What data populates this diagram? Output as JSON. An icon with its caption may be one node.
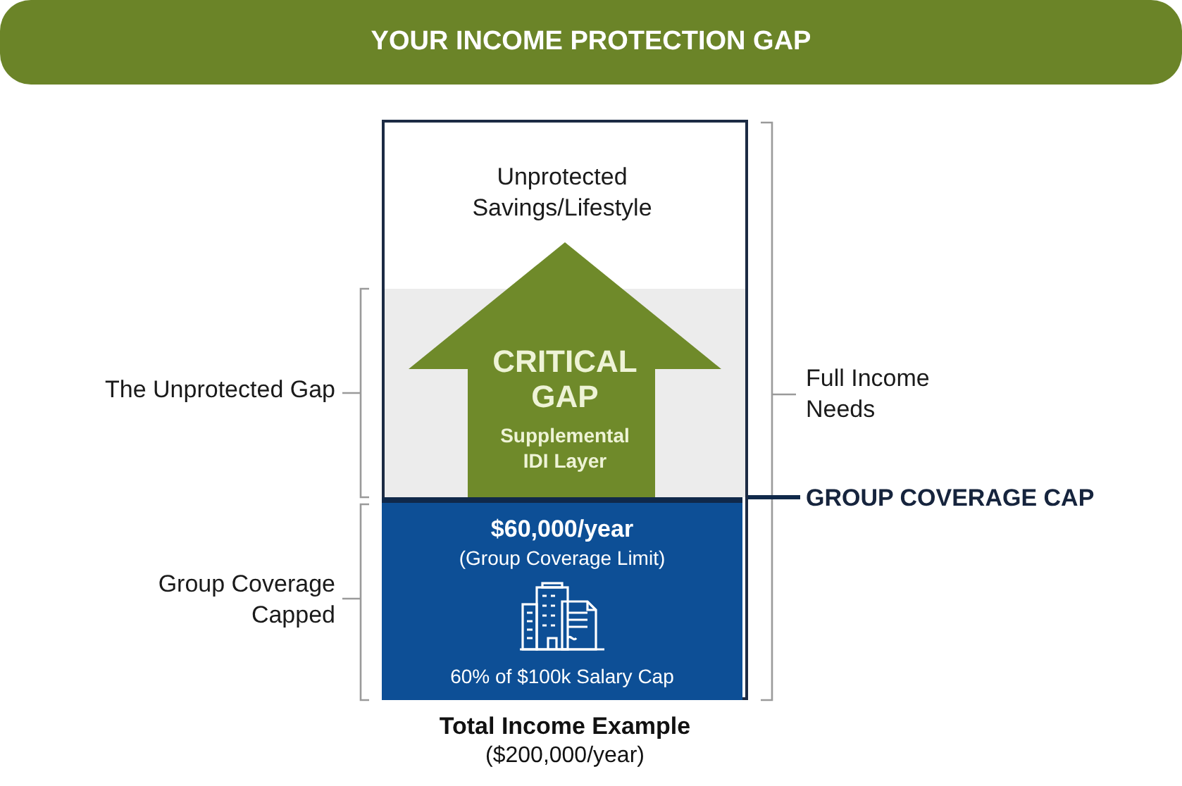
{
  "diagram": {
    "title": "YOUR INCOME PROTECTION GAP",
    "nodes": [
      {
        "text": [],
        "shape": "box",
        "beside": [
          "Total Income Example",
          "($200,000/year)"
        ]
      },
      {
        "text": [
          "Unprotected Savings/Lifestyle"
        ],
        "in": 0
      },
      {
        "text": [
          "CRITICAL GAP",
          "Supplemental IDI Layer"
        ],
        "in": 0
      },
      {
        "text": [
          "$60,000/year",
          "(Group Coverage Limit)",
          "60% of $100k Salary Cap"
        ],
        "in": 0
      },
      {
        "text": [
          "GROUP COVERAGE CAP"
        ]
      }
    ],
    "edges": [
      {
        "from": 4,
        "to": 3,
        "arrow": "none"
      }
    ],
    "labels": [
      "The Unprotected Gap",
      "Group Coverage Capped",
      "Full Income Needs"
    ]
  }
}
